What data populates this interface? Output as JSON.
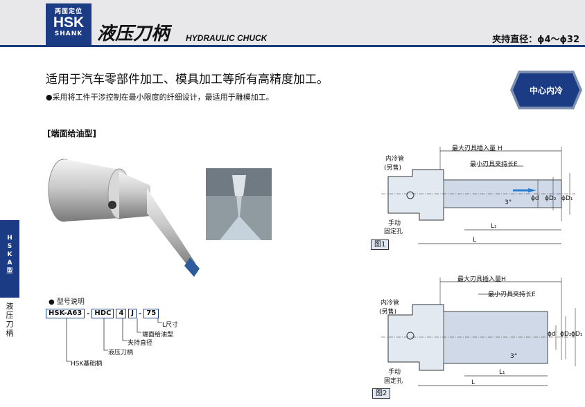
{
  "header": {
    "badge_top": "两面定位",
    "badge_main": "HSK",
    "badge_bottom": "SHANK",
    "title_cn": "液压刀柄",
    "title_en": "HYDRAULIC CHUCK",
    "diameter": "夹持直径：ϕ4～ϕ32"
  },
  "side_tab": {
    "lines": [
      "H",
      "S",
      "K",
      "A",
      "型"
    ],
    "label": "液压刀柄"
  },
  "intro": {
    "lead": "适用于汽车零部件加工、模具加工等所有高精度加工。",
    "sub": "●采用将工件干涉控制在最小限度的纤细设计，最适用于雕模加工。"
  },
  "badge": {
    "label": "中心内冷",
    "color": "#1b3c84"
  },
  "section_title": "[端面给油型]",
  "model": {
    "title": "● 型号说明",
    "parts": [
      "HSK-A63",
      "HDC",
      "4",
      "J",
      "75"
    ],
    "separators": [
      "-",
      "",
      "",
      "-"
    ],
    "legend": [
      "L尺寸",
      "端面给油型",
      "夹持直径",
      "液压刀柄",
      "HSK基础柄"
    ]
  },
  "fig1": {
    "tag": "图1",
    "inner_tube": "内冷管",
    "sold_separately": "(另售)",
    "max_insert": "最大刃具插入量 H",
    "min_clamp": "最小刃具夹持长E",
    "manual": "手动",
    "fix_hole": "固定孔",
    "L1": "L₁",
    "L": "L",
    "d": "ϕd",
    "D1": "ϕD₁",
    "D2": "ϕD₂",
    "angle": "3°"
  },
  "fig2": {
    "tag": "图2",
    "inner_tube": "内冷管",
    "sold_separately": "(另售)",
    "max_insert": "最大刃具插入量H",
    "min_clamp": "最小刃具夹持长E",
    "manual": "手动",
    "fix_hole": "固定孔",
    "L1": "L₁",
    "L": "L",
    "d": "ϕd",
    "D1": "ϕD₁",
    "D2": "ϕD₂",
    "angle": "3°"
  }
}
